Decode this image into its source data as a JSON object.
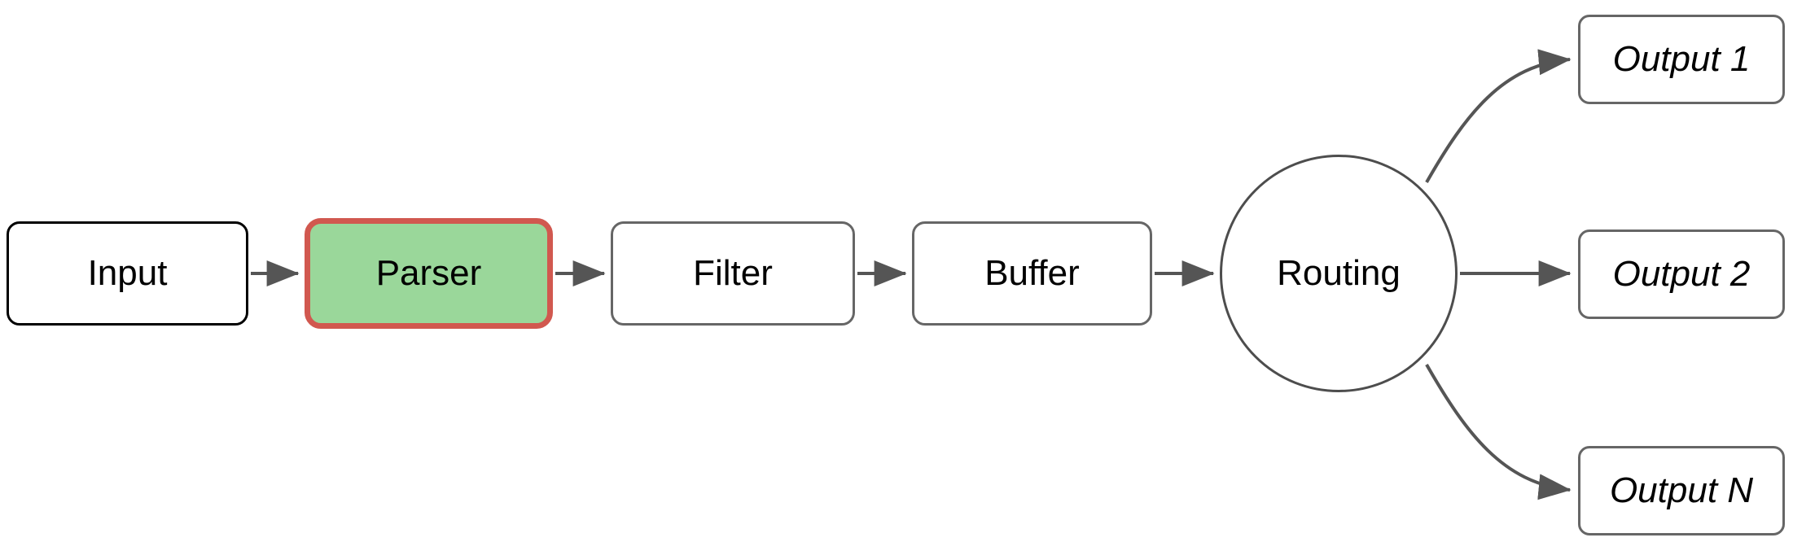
{
  "diagram": {
    "type": "flowchart",
    "orientation": "left-to-right",
    "background": "#ffffff",
    "title": "",
    "nodes": [
      {
        "id": "input",
        "label": "Input",
        "shape": "rounded-rect",
        "fill": "#ffffff",
        "stroke": "#000000",
        "text_style": "normal",
        "highlighted": false
      },
      {
        "id": "parser",
        "label": "Parser",
        "shape": "rounded-rect",
        "fill": "#9ad79a",
        "stroke": "#d1584f",
        "text_style": "normal",
        "highlighted": true
      },
      {
        "id": "filter",
        "label": "Filter",
        "shape": "rounded-rect",
        "fill": "#ffffff",
        "stroke": "#666666",
        "text_style": "normal",
        "highlighted": false
      },
      {
        "id": "buffer",
        "label": "Buffer",
        "shape": "rounded-rect",
        "fill": "#ffffff",
        "stroke": "#666666",
        "text_style": "normal",
        "highlighted": false
      },
      {
        "id": "routing",
        "label": "Routing",
        "shape": "circle",
        "fill": "#ffffff",
        "stroke": "#4d4d4d",
        "text_style": "normal",
        "highlighted": false
      },
      {
        "id": "output1",
        "label": "Output 1",
        "shape": "rounded-rect",
        "fill": "#ffffff",
        "stroke": "#666666",
        "text_style": "italic",
        "highlighted": false
      },
      {
        "id": "output2",
        "label": "Output 2",
        "shape": "rounded-rect",
        "fill": "#ffffff",
        "stroke": "#666666",
        "text_style": "italic",
        "highlighted": false
      },
      {
        "id": "outputN",
        "label": "Output N",
        "shape": "rounded-rect",
        "fill": "#ffffff",
        "stroke": "#666666",
        "text_style": "italic",
        "highlighted": false
      }
    ],
    "edges": [
      {
        "from": "input",
        "to": "parser",
        "style": "straight",
        "arrow": "end",
        "color": "#555555"
      },
      {
        "from": "parser",
        "to": "filter",
        "style": "straight",
        "arrow": "end",
        "color": "#555555"
      },
      {
        "from": "filter",
        "to": "buffer",
        "style": "straight",
        "arrow": "end",
        "color": "#555555"
      },
      {
        "from": "buffer",
        "to": "routing",
        "style": "straight",
        "arrow": "end",
        "color": "#555555"
      },
      {
        "from": "routing",
        "to": "output1",
        "style": "curved",
        "arrow": "end",
        "color": "#555555"
      },
      {
        "from": "routing",
        "to": "output2",
        "style": "straight",
        "arrow": "end",
        "color": "#555555"
      },
      {
        "from": "routing",
        "to": "outputN",
        "style": "curved",
        "arrow": "end",
        "color": "#555555"
      }
    ]
  }
}
